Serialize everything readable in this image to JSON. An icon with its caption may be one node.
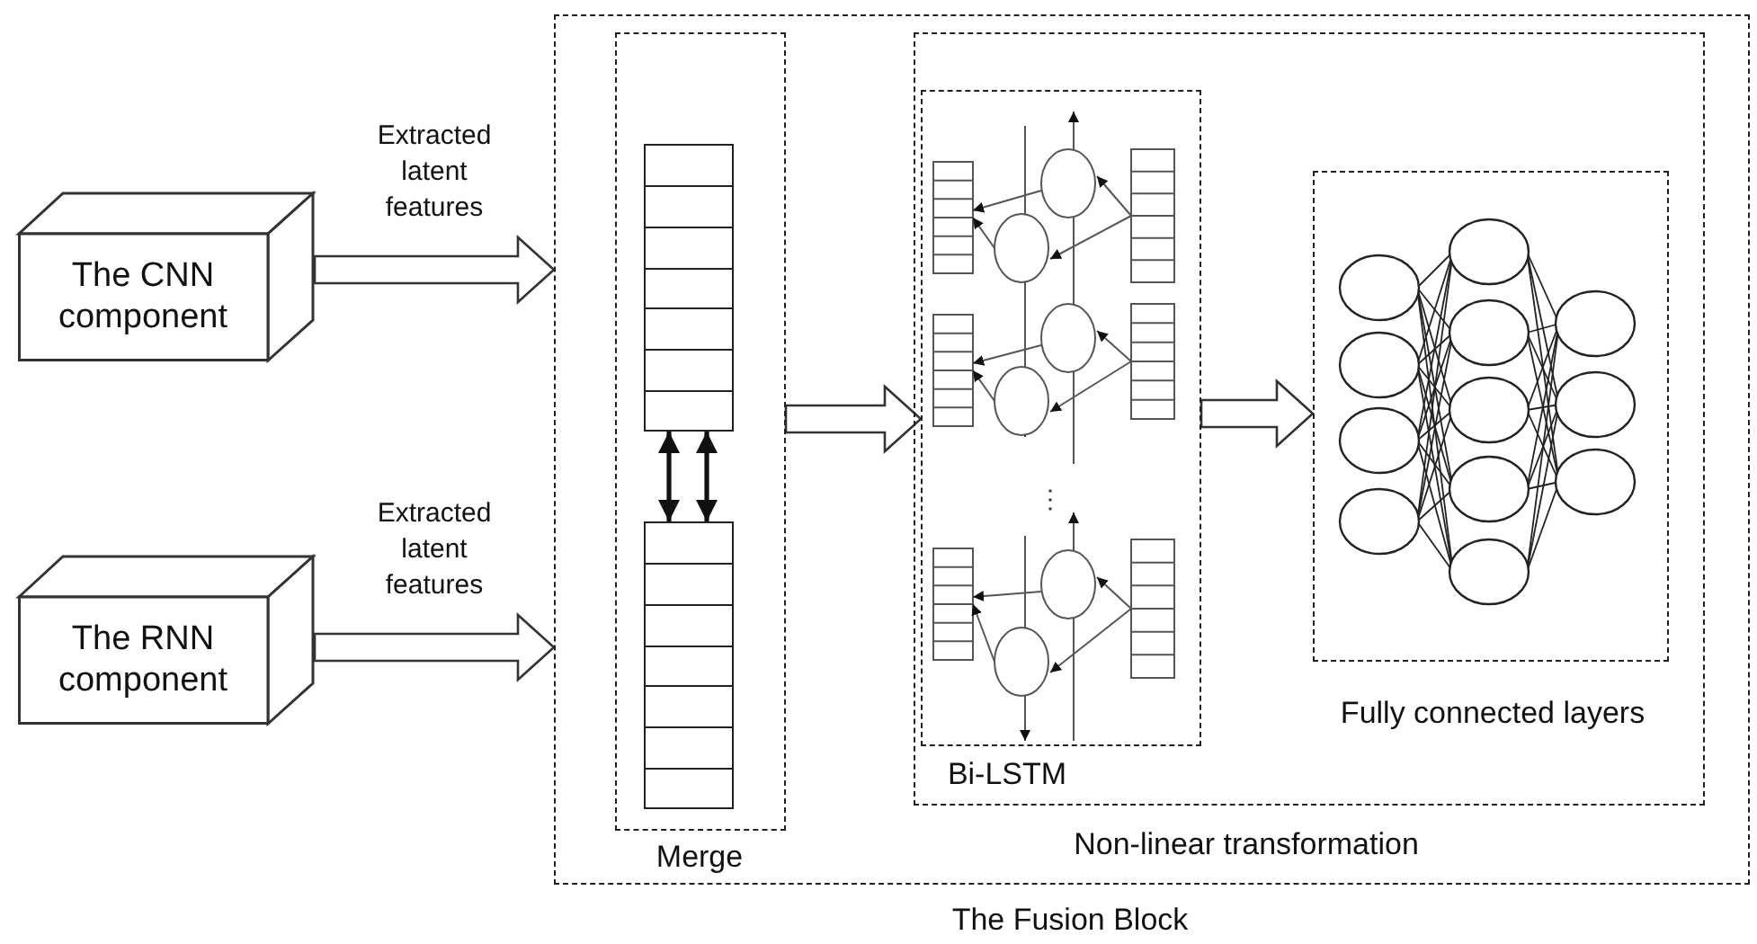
{
  "diagram": {
    "nodes": [
      {
        "text": [
          "The CNN component"
        ]
      },
      {
        "text": [
          "The RNN component"
        ]
      },
      {
        "text": [
          "The Fusion Block"
        ]
      },
      {
        "text": [
          "Merge"
        ],
        "in": 2
      },
      {
        "text": [],
        "shape": "box",
        "in": 3
      },
      {
        "text": [],
        "shape": "box",
        "in": 3
      },
      {
        "text": [
          "Non-linear transformation"
        ],
        "in": 2
      },
      {
        "text": [
          "Bi-LSTM"
        ],
        "in": 6
      },
      {
        "text": [
          "Fully connected layers"
        ],
        "in": 6
      }
    ],
    "edges": [
      {
        "from": 0,
        "to": 2,
        "arrow": "to",
        "label": "Extracted latent features",
        "style": "thick"
      },
      {
        "from": 1,
        "to": 2,
        "arrow": "to",
        "label": "Extracted latent features",
        "style": "thick"
      },
      {
        "from": 4,
        "to": 5,
        "arrow": "both"
      },
      {
        "from": 4,
        "to": 5,
        "arrow": "both"
      },
      {
        "from": 3,
        "to": 7,
        "arrow": "to",
        "style": "thick"
      },
      {
        "from": 7,
        "to": 8,
        "arrow": "to",
        "style": "thick"
      }
    ]
  }
}
